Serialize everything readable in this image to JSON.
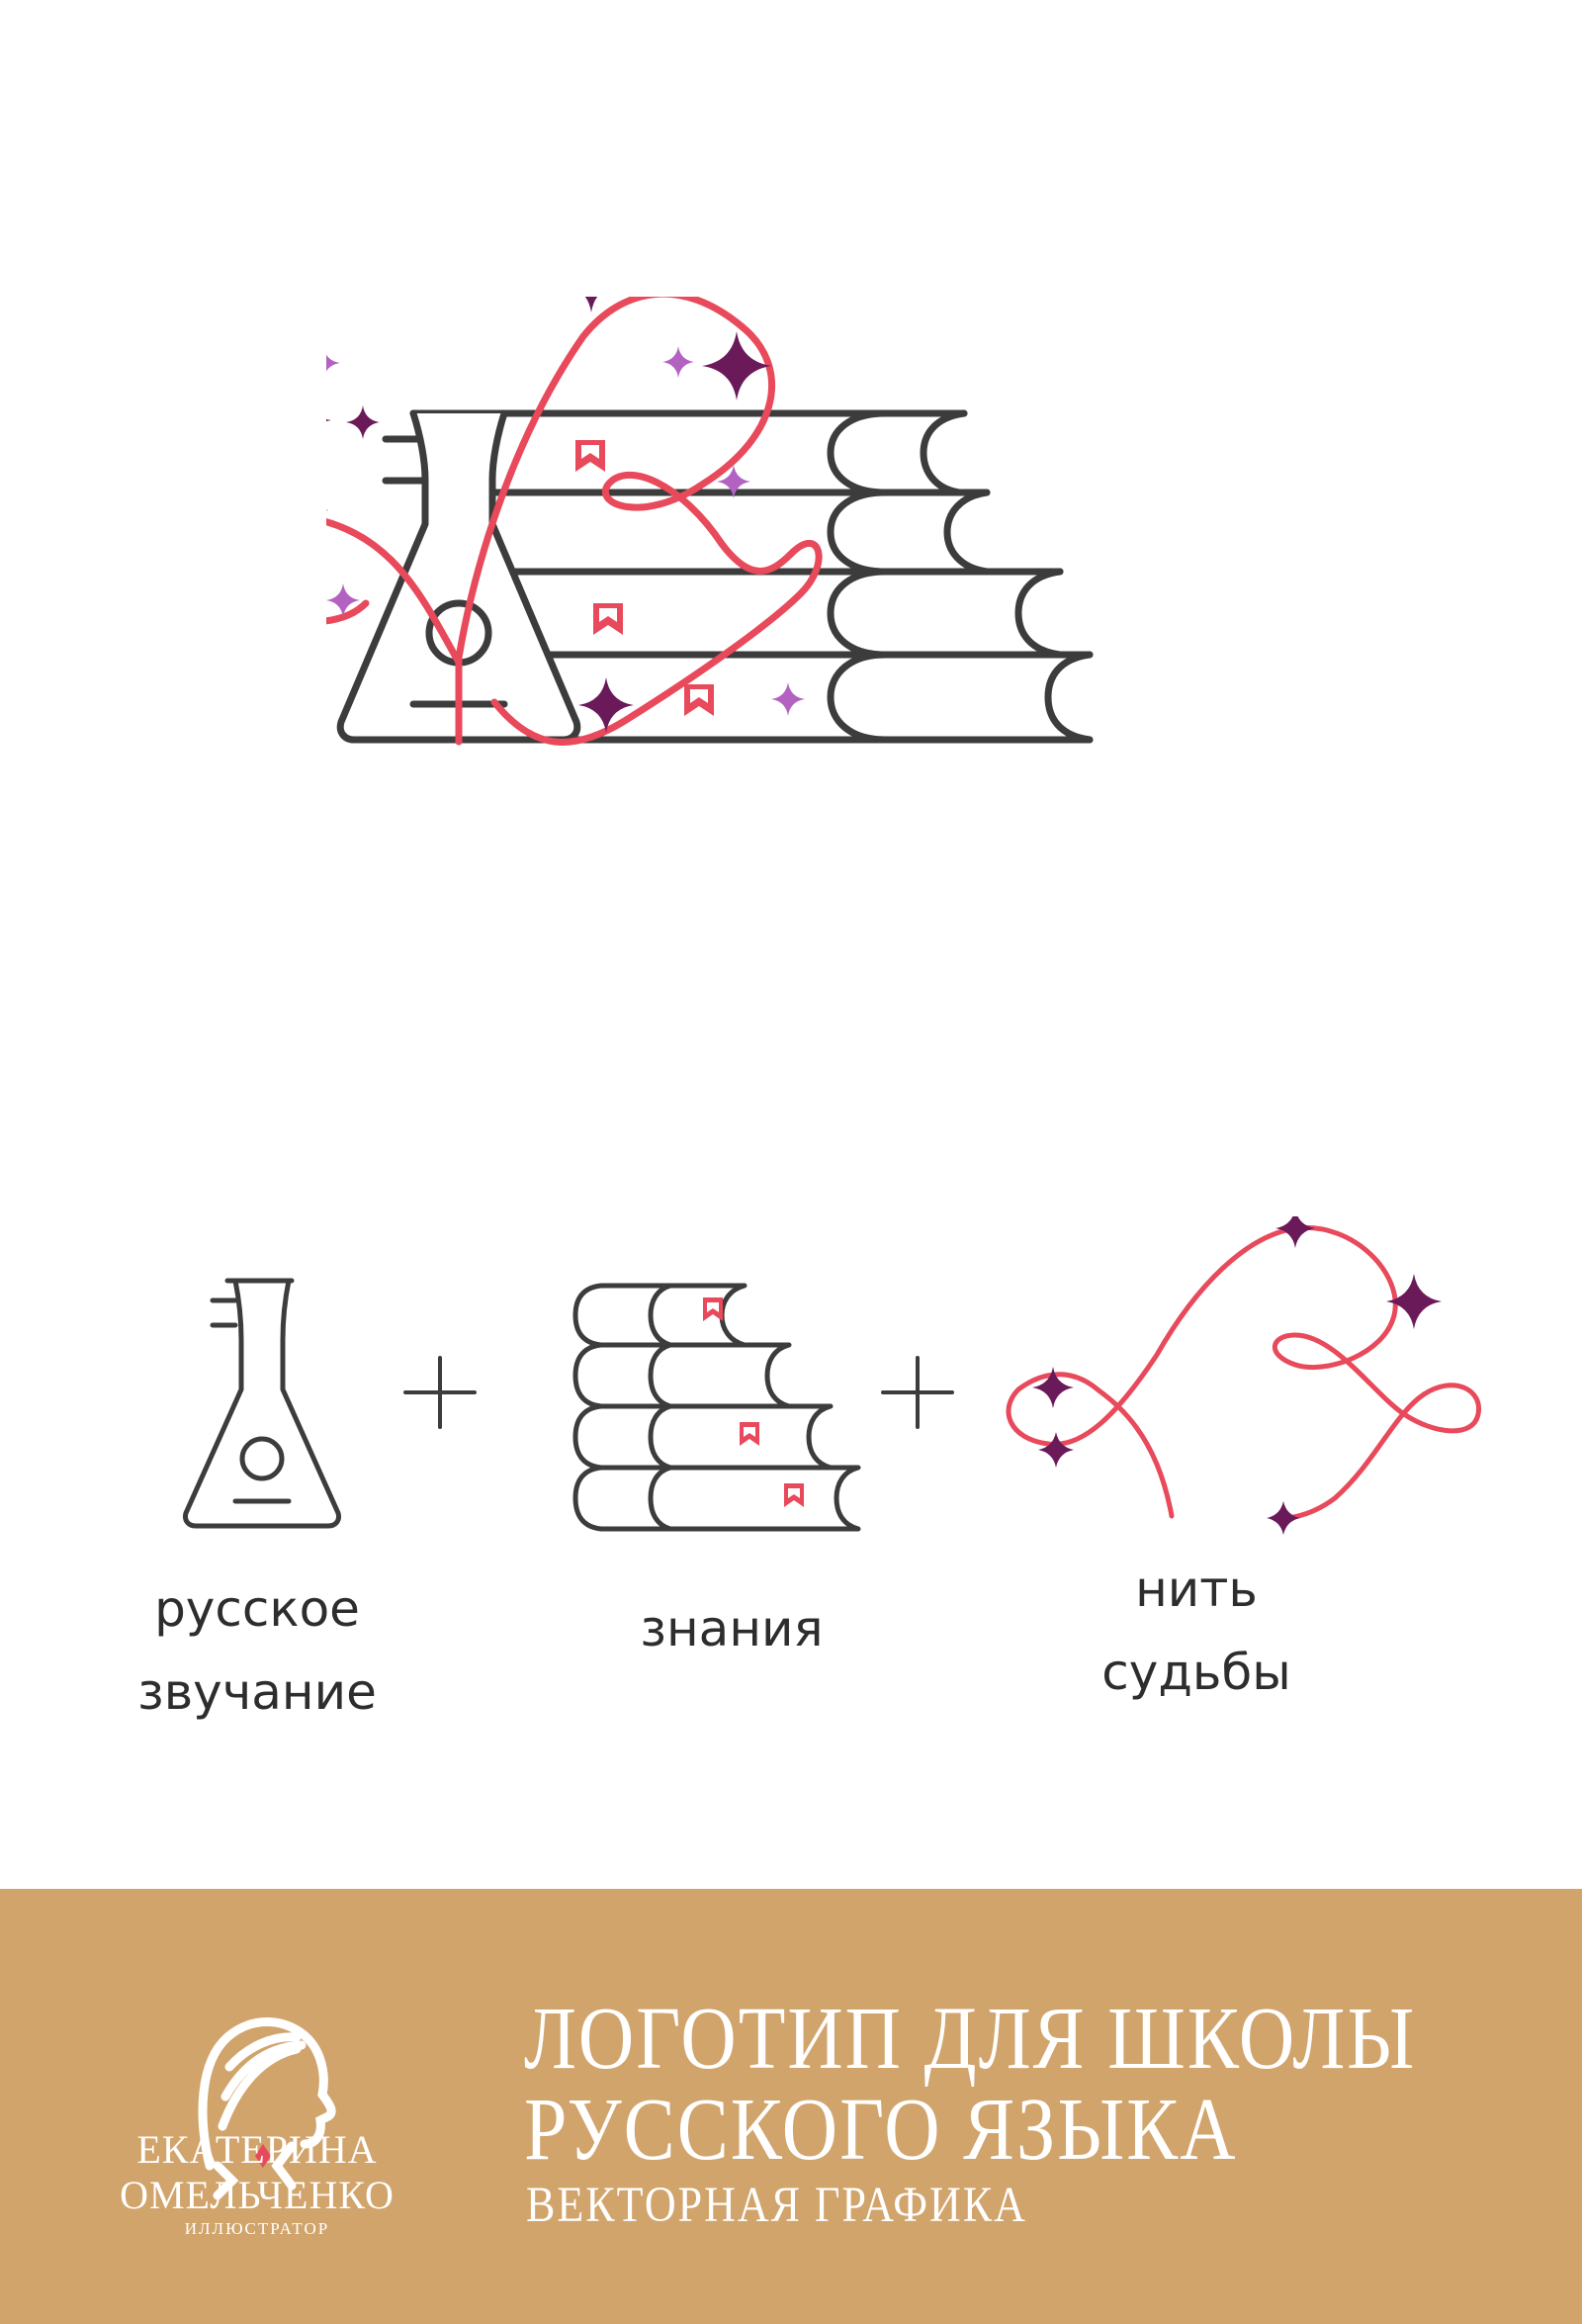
{
  "colors": {
    "line": "#3c3c3c",
    "thread": "#e8495b",
    "star_dark": "#6a1a59",
    "star_light": "#b362c2",
    "bookmark": "#e8495b",
    "footer_bg": "#d1a46c",
    "footer_text": "#ffffff"
  },
  "components": [
    {
      "icon": "balalaika-icon",
      "label_line1": "русское",
      "label_line2": "звучание"
    },
    {
      "icon": "books-icon",
      "label_line1": "знания"
    },
    {
      "icon": "thread-icon",
      "label_line1": "нить",
      "label_line2": "судьбы"
    }
  ],
  "operators": [
    "+",
    "+"
  ],
  "footer": {
    "brand_first": "ЕКАТЕРИНА",
    "brand_last": "ОМЕЛЬЧЕНКО",
    "brand_role": "ИЛЛЮСТРАТОР",
    "title_line1": "ЛОГОТИП ДЛЯ ШКОЛЫ",
    "title_line2": "РУССКОГО ЯЗЫКА",
    "subtitle": "ВЕКТОРНАЯ ГРАФИКА"
  }
}
